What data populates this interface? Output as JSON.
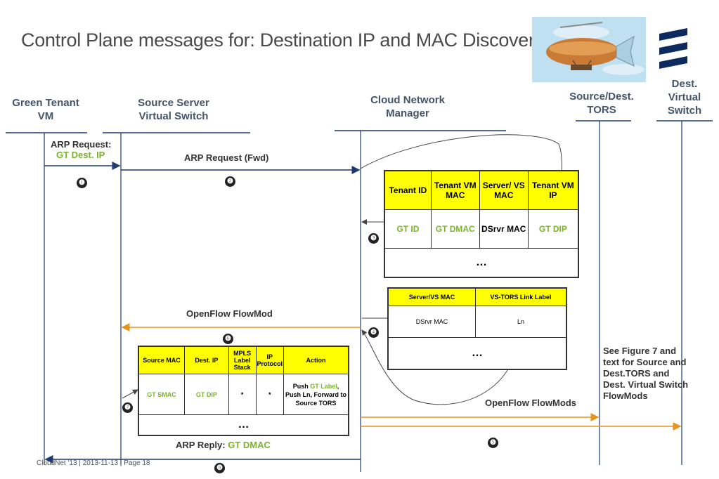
{
  "title": "Control Plane messages for: Destination IP and MAC Discovery",
  "lanes": {
    "green_vm": "Green Tenant VM",
    "source_vs": "Source Server Virtual Switch",
    "cnm": "Cloud Network Manager",
    "tors": "Source/Dest. TORS",
    "dest_vs": "Dest. Virtual Switch"
  },
  "messages": {
    "arp_request_label": "ARP Request:",
    "arp_request_value": "GT Dest. IP",
    "arp_fwd": "ARP Request (Fwd)",
    "openflow_flowmod": "OpenFlow FlowMod",
    "openflow_flowmods": "OpenFlow FlowMods",
    "arp_reply_label": "ARP Reply:",
    "arp_reply_value": "GT DMAC"
  },
  "steps": [
    "❶",
    "❷",
    "❸",
    "❹",
    "❺",
    "❻",
    "❼",
    "❽"
  ],
  "table_cnm": {
    "headers": [
      "Tenant ID",
      "Tenant VM MAC",
      "Server/ VS MAC",
      "Tenant VM IP"
    ],
    "row": [
      "GT ID",
      "GT DMAC",
      "DSrvr MAC",
      "GT DIP"
    ],
    "ellipsis": "…"
  },
  "table_link": {
    "headers": [
      "Server/VS MAC",
      "VS-TORS Link Label"
    ],
    "row": [
      "DSrvr MAC",
      "Ln"
    ],
    "ellipsis": "…"
  },
  "table_flow": {
    "headers": [
      "Source MAC",
      "Dest. IP",
      "MPLS Label Stack",
      "IP Protocol",
      "Action"
    ],
    "row": [
      "GT SMAC",
      "GT DIP",
      "*",
      "*"
    ],
    "action_push": "Push",
    "action_label": "GT Label",
    "action_rest": ", Push Ln, Forward to Source TORS",
    "ellipsis": "…"
  },
  "note": "See Figure 7 and text for Source and Dest.TORS and Dest. Virtual Switch FlowMods",
  "footer": "CloudNet '13 | 2013-11-13  |  Page 18",
  "colors": {
    "lane_line": "#1f3a6e",
    "orange_arrow": "#e8931e",
    "green_text": "#7ab42c",
    "header_yellow": "#ffff00"
  },
  "icons": [
    "airship-image",
    "ericsson-logo"
  ]
}
